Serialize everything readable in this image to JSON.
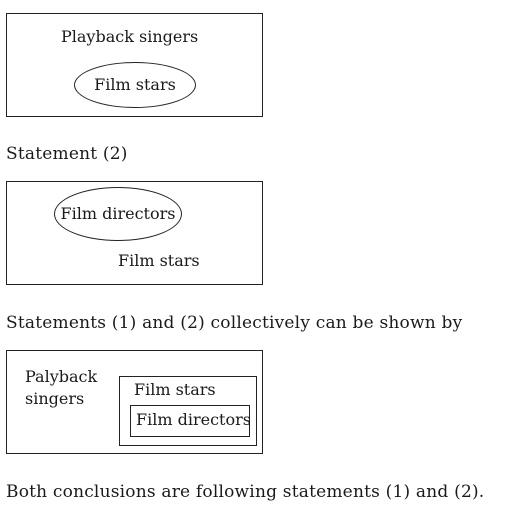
{
  "diagram1": {
    "outer_label": "Playback singers",
    "inner_label": "Film stars"
  },
  "statement2_heading": "Statement (2)",
  "diagram2": {
    "ellipse_label": "Film directors",
    "outer_label": "Film stars"
  },
  "collective_heading": "Statements (1) and (2) collectively can be shown by",
  "diagram3": {
    "outer_label_line1": "Palyback",
    "outer_label_line2": "singers",
    "middle_label": "Film stars",
    "inner_label": "Film directors"
  },
  "conclusion": "Both conclusions are following statements (1) and (2)."
}
